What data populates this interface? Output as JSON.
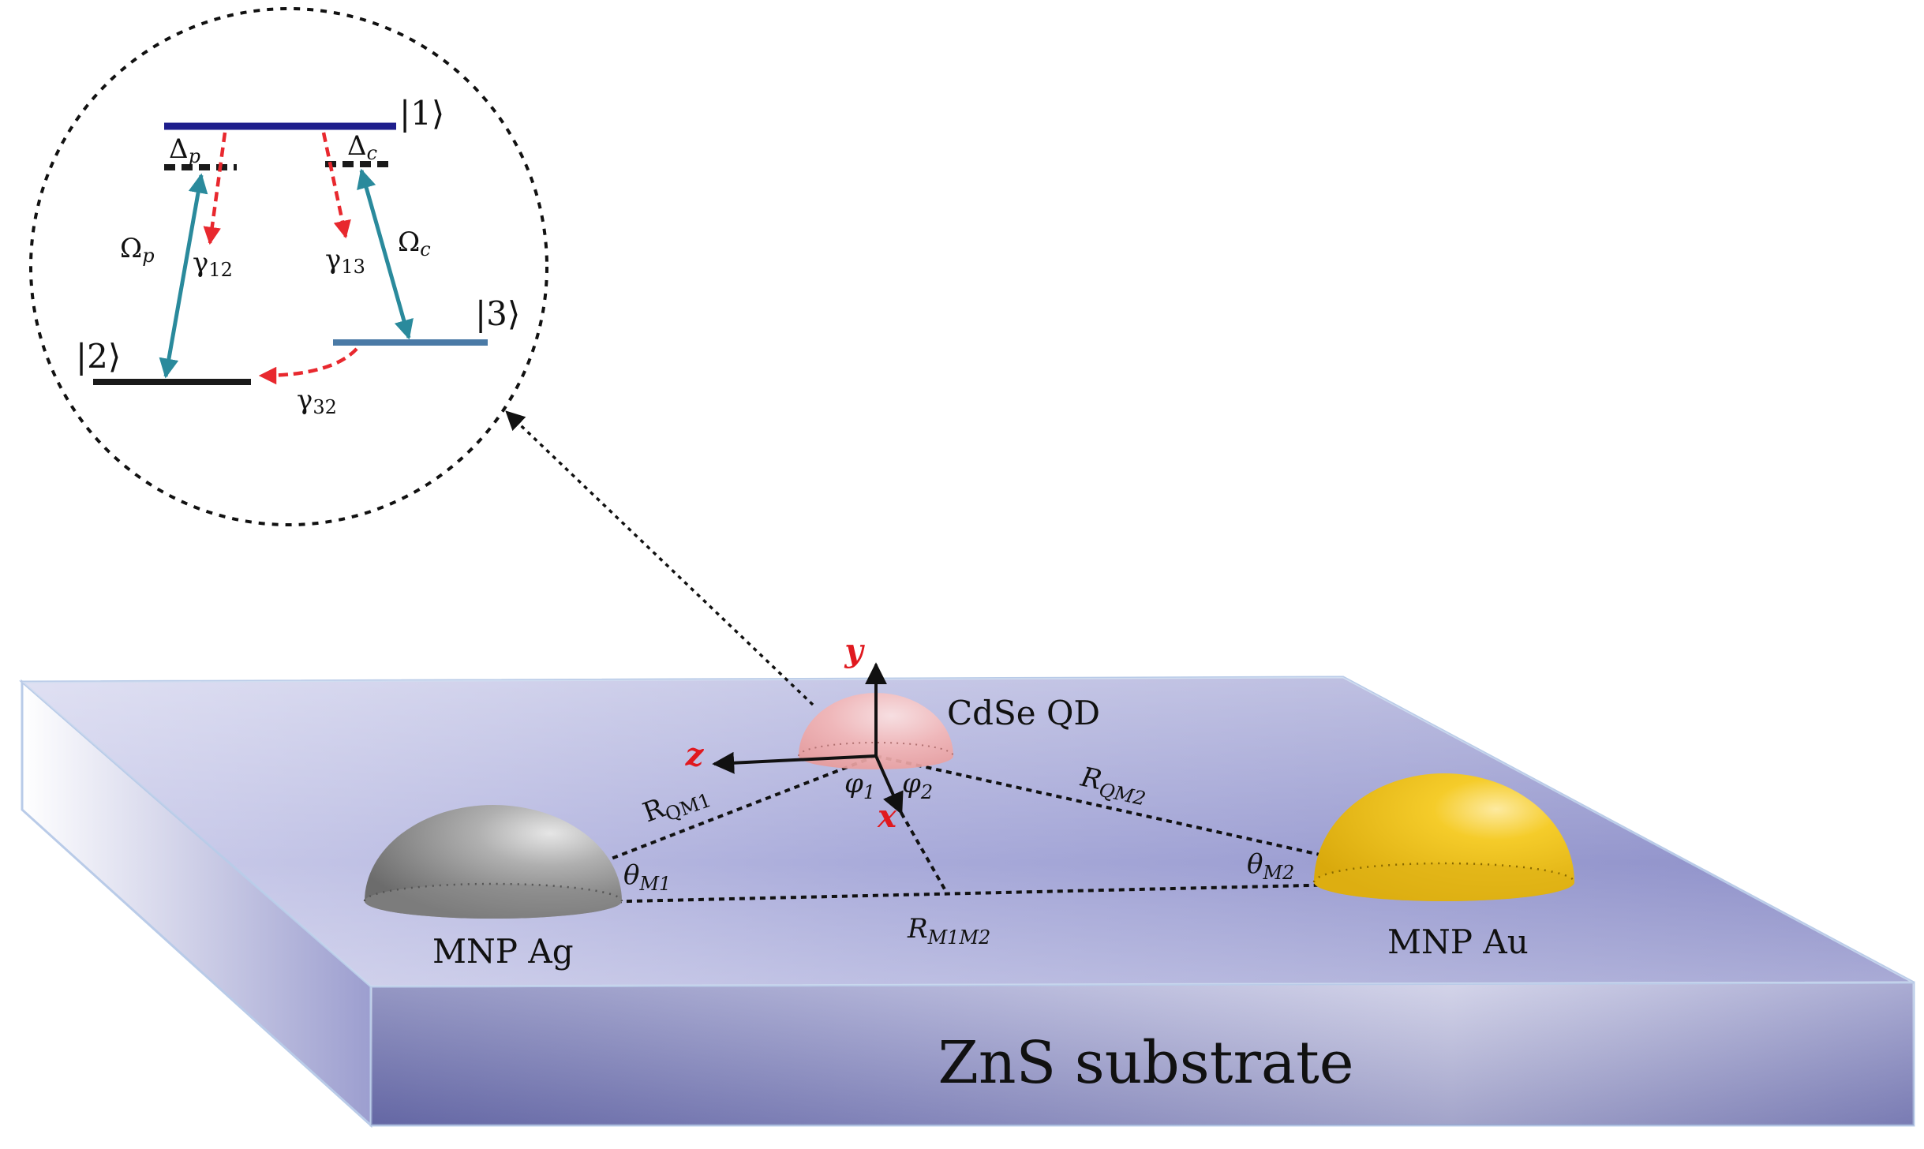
{
  "substrate": {
    "label": "ZnS substrate"
  },
  "particles": {
    "quantum_dot": {
      "label": "CdSe QD",
      "color": "#f2b4b4"
    },
    "mnp_ag": {
      "label": "MNP Ag",
      "color": "#9a9a9a"
    },
    "mnp_au": {
      "label": "MNP Au",
      "color": "#f2c319"
    }
  },
  "axes": {
    "y": "y",
    "z": "z",
    "x": "x",
    "color": "#e0191f"
  },
  "geometry_labels": {
    "r_qm1": {
      "main": "R",
      "sub": "QM1"
    },
    "r_qm2": {
      "main": "R",
      "sub": "QM2"
    },
    "r_m1m2": {
      "main": "R",
      "sub": "M1M2"
    },
    "phi1": {
      "main": "φ",
      "sub": "1"
    },
    "phi2": {
      "main": "φ",
      "sub": "2"
    },
    "theta_m1": {
      "main": "θ",
      "sub": "M1"
    },
    "theta_m2": {
      "main": "θ",
      "sub": "M2"
    }
  },
  "level_scheme": {
    "levels": [
      {
        "ket": "|1⟩",
        "color": "#1e1e8c"
      },
      {
        "ket": "|2⟩",
        "color": "#1a1a1a"
      },
      {
        "ket": "|3⟩",
        "color": "#4a7aa6"
      }
    ],
    "detunings": [
      {
        "main": "Δ",
        "sub": "p"
      },
      {
        "main": "Δ",
        "sub": "c"
      }
    ],
    "couplings": [
      {
        "main": "Ω",
        "sub": "p",
        "color": "#2a8a9c"
      },
      {
        "main": "Ω",
        "sub": "c",
        "color": "#2a8a9c"
      }
    ],
    "decays": [
      {
        "main": "γ",
        "sub": "12",
        "color": "#e8282e"
      },
      {
        "main": "γ",
        "sub": "13",
        "color": "#e8282e"
      },
      {
        "main": "γ",
        "sub": "32",
        "color": "#e8282e"
      }
    ]
  }
}
